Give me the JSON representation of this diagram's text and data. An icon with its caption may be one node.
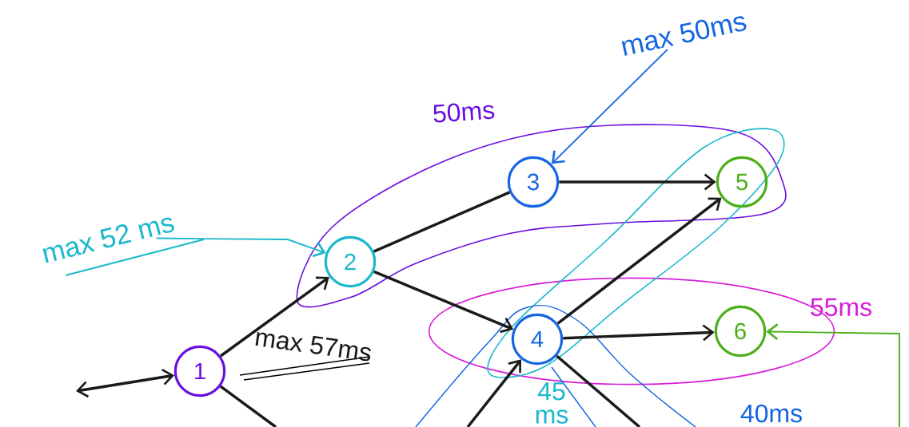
{
  "diagram": {
    "nodes": [
      {
        "text": [
          "1"
        ]
      },
      {
        "text": [
          "2"
        ]
      },
      {
        "text": [
          "3"
        ]
      },
      {
        "text": [
          "4"
        ]
      },
      {
        "text": [
          "5"
        ]
      },
      {
        "text": [
          "6"
        ]
      },
      {
        "text": [
          "max 50ms"
        ]
      },
      {
        "text": [
          "max 52 ms"
        ]
      }
    ],
    "edges": [
      {
        "from": null,
        "to": 0,
        "arrow": "both"
      },
      {
        "from": 0,
        "to": 1,
        "arrow": "to"
      },
      {
        "from": 1,
        "to": 2,
        "arrow": "none"
      },
      {
        "from": 1,
        "to": 3,
        "arrow": "to"
      },
      {
        "from": 2,
        "to": 4,
        "arrow": "to"
      },
      {
        "from": 3,
        "to": 4,
        "arrow": "to"
      },
      {
        "from": 3,
        "to": 5,
        "arrow": "to"
      },
      {
        "from": 0,
        "to": null,
        "arrow": "none"
      },
      {
        "from": null,
        "to": 3,
        "arrow": "to"
      },
      {
        "from": 3,
        "to": null,
        "arrow": "none"
      },
      {
        "from": 6,
        "to": 2,
        "arrow": "to",
        "color": "#1565e0"
      },
      {
        "from": 7,
        "to": 1,
        "arrow": "to",
        "color": "#1ab8cc"
      },
      {
        "from": null,
        "to": 5,
        "arrow": "to",
        "color": "#4caf1a"
      }
    ],
    "labels": [
      "50ms",
      "max 57ms",
      "55ms",
      "45 ms",
      "40ms"
    ]
  }
}
